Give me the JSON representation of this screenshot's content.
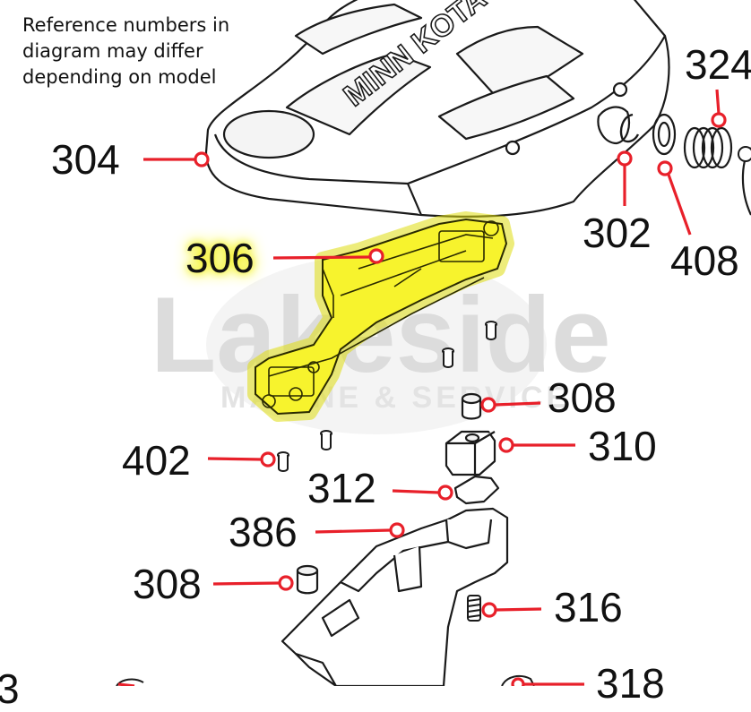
{
  "note_lines": [
    "Reference numbers in",
    "diagram may differ",
    "depending on model"
  ],
  "watermark": {
    "line1": "Lakeside",
    "line2": "MARINE & SERVICE"
  },
  "brand_logo_text": "MINN KOTA",
  "highlighted_part": "306",
  "callouts": [
    "304",
    "306",
    "302",
    "408",
    "324",
    "308",
    "310",
    "402",
    "312",
    "386",
    "308",
    "316",
    "318",
    "3"
  ],
  "colors": {
    "leader_line": "#e8202a",
    "highlight": "#f3f21c",
    "outline": "#1a1a1a",
    "watermark": "#d9d9d9"
  }
}
